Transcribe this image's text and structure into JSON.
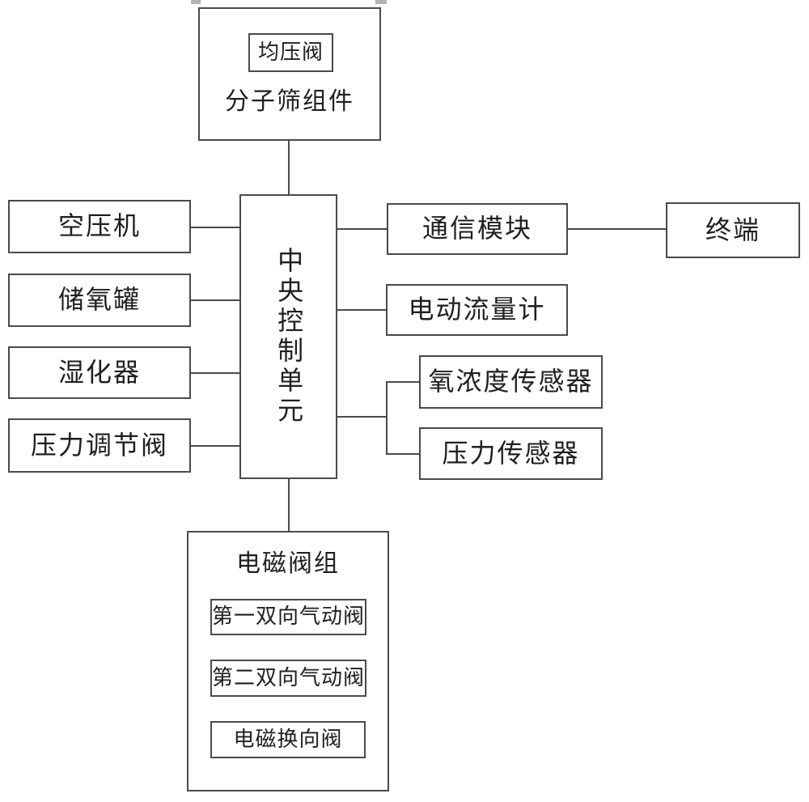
{
  "diagram": {
    "type": "block-diagram",
    "language": "zh-CN",
    "colors": {
      "line": "#4a4a4a",
      "text": "#1f1f1f",
      "background": "#ffffff"
    },
    "nodes": {
      "molecular_sieve_assembly": "分子筛组件",
      "pressure_equalizing_valve": "均压阀",
      "central_control_unit": "中央控制单元",
      "air_compressor": "空压机",
      "oxygen_storage_tank": "储氧罐",
      "humidifier": "湿化器",
      "pressure_regulating_valve": "压力调节阀",
      "communication_module": "通信模块",
      "terminal": "终端",
      "electric_flow_meter": "电动流量计",
      "oxygen_concentration_sensor": "氧浓度传感器",
      "pressure_sensor": "压力传感器",
      "solenoid_valve_group": "电磁阀组",
      "first_bidirectional_pneumatic_valve": "第一双向气动阀",
      "second_bidirectional_pneumatic_valve": "第二双向气动阀",
      "electromagnetic_directional_valve": "电磁换向阀"
    },
    "contains": [
      {
        "parent": "molecular_sieve_assembly",
        "child": "pressure_equalizing_valve"
      },
      {
        "parent": "solenoid_valve_group",
        "child": "first_bidirectional_pneumatic_valve"
      },
      {
        "parent": "solenoid_valve_group",
        "child": "second_bidirectional_pneumatic_valve"
      },
      {
        "parent": "solenoid_valve_group",
        "child": "electromagnetic_directional_valve"
      }
    ],
    "edges": [
      {
        "from": "molecular_sieve_assembly",
        "to": "central_control_unit"
      },
      {
        "from": "air_compressor",
        "to": "central_control_unit"
      },
      {
        "from": "oxygen_storage_tank",
        "to": "central_control_unit"
      },
      {
        "from": "humidifier",
        "to": "central_control_unit"
      },
      {
        "from": "pressure_regulating_valve",
        "to": "central_control_unit"
      },
      {
        "from": "central_control_unit",
        "to": "communication_module"
      },
      {
        "from": "communication_module",
        "to": "terminal"
      },
      {
        "from": "central_control_unit",
        "to": "electric_flow_meter"
      },
      {
        "from": "central_control_unit",
        "to": "oxygen_concentration_sensor"
      },
      {
        "from": "central_control_unit",
        "to": "pressure_sensor"
      },
      {
        "from": "central_control_unit",
        "to": "solenoid_valve_group"
      }
    ]
  }
}
